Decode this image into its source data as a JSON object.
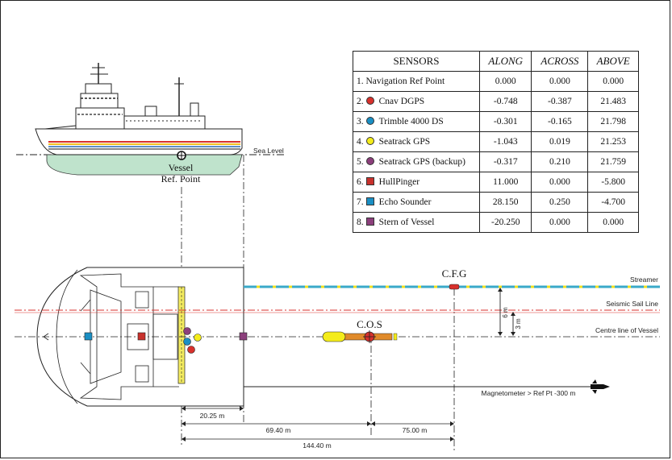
{
  "table": {
    "headers": {
      "sensors": "SENSORS",
      "along": "ALONG",
      "across": "ACROSS",
      "above": "ABOVE"
    },
    "rows": [
      {
        "prefix": "1.",
        "name": "Navigation Ref Point",
        "marker": "none",
        "color": "",
        "along": "0.000",
        "across": "0.000",
        "above": "0.000"
      },
      {
        "prefix": "2.",
        "name": "Cnav DGPS",
        "marker": "circle",
        "color": "#d8312c",
        "along": "-0.748",
        "across": "-0.387",
        "above": "21.483"
      },
      {
        "prefix": "3.",
        "name": "Trimble 4000 DS",
        "marker": "circle",
        "color": "#1a8fc4",
        "along": "-0.301",
        "across": "-0.165",
        "above": "21.798"
      },
      {
        "prefix": "4.",
        "name": "Seatrack GPS",
        "marker": "circle",
        "color": "#f4ec1a",
        "along": "-1.043",
        "across": "0.019",
        "above": "21.253"
      },
      {
        "prefix": "5.",
        "name": "Seatrack GPS (backup)",
        "marker": "circle",
        "color": "#8c3f7c",
        "along": "-0.317",
        "across": "0.210",
        "above": "21.759"
      },
      {
        "prefix": "6.",
        "name": "HullPinger",
        "marker": "square",
        "color": "#c8312c",
        "along": "11.000",
        "across": "0.000",
        "above": "-5.800"
      },
      {
        "prefix": "7.",
        "name": "Echo Sounder",
        "marker": "square",
        "color": "#1a8fc4",
        "along": "28.150",
        "across": "0.250",
        "above": "-4.700"
      },
      {
        "prefix": "8.",
        "name": "Stern of Vessel",
        "marker": "square",
        "color": "#8c3f7c",
        "along": "-20.250",
        "across": "0.000",
        "above": "0.000"
      }
    ]
  },
  "labels": {
    "sea_level": "Sea Level",
    "vessel_ref_1": "Vessel",
    "vessel_ref_2": "Ref. Point",
    "cfg": "C.F.G",
    "cos": "C.O.S",
    "streamer": "Streamer",
    "sail_line": "Seismic Sail Line",
    "centre_line": "Centre line of Vessel",
    "magnetometer": "Magnetometer > Ref Pt -300 m",
    "dim_6m": "6 m",
    "dim_3m": "3 m",
    "dim_20_25": "20.25 m",
    "dim_69_40": "69.40 m",
    "dim_75_00": "75.00 m",
    "dim_144_40": "144.40 m"
  },
  "colors": {
    "hull_green": "#bfe3cc",
    "streamer_cyan": "#3aa9c8",
    "streamer_yellow": "#f0e020",
    "sail_red": "#d8312c",
    "cos_orange": "#e08a2a",
    "yellow_bar": "#f4ec60"
  }
}
